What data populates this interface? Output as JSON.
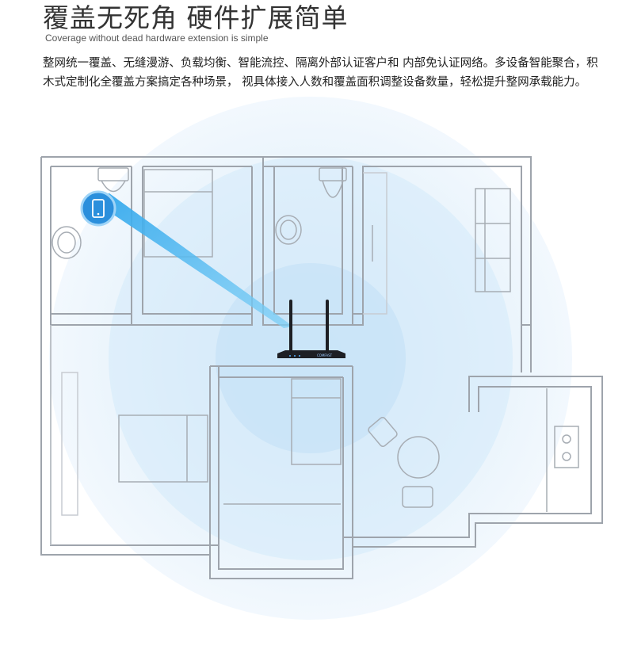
{
  "header": {
    "title": "覆盖无死角  硬件扩展简单",
    "subtitle": "Coverage without dead hardware extension is simple",
    "description": "整网统一覆盖、无缝漫游、负载均衡、智能流控、隔离外部认证客户和 内部免认证网络。多设备智能聚合，积木式定制化全覆盖方案搞定各种场景， 视具体接入人数和覆盖面积调整设备数量，轻松提升整网承载能力。"
  },
  "illustration": {
    "router_brand": "COMFAST",
    "icons": [
      "phone-icon",
      "router-icon",
      "toilet-icon",
      "sink-icon",
      "bed-icon",
      "sofa-icon",
      "chair-icon",
      "table-icon",
      "stove-icon",
      "wardrobe-icon"
    ],
    "colors": {
      "wall": "#9ea4ac",
      "coverage": "#d9ecfa",
      "signal_beam": "#4ab7ef",
      "phone_badge": "#2b8fdc",
      "router": "#1d1f24"
    }
  }
}
